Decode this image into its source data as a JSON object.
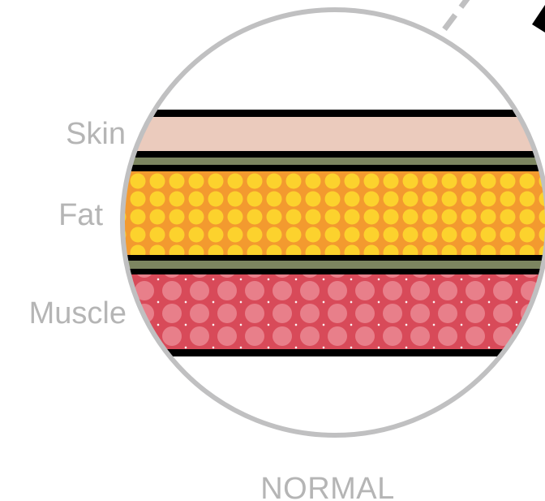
{
  "labels": {
    "skin": "Skin",
    "fat": "Fat",
    "muscle": "Muscle"
  },
  "caption": "NORMAL",
  "colors": {
    "circle_border": "#c0c0c1",
    "label_text": "#b5b5b5",
    "skin": "#ebcbbd",
    "fat_background": "#f39a2f",
    "fat_dots": "#fcd22d",
    "fascia": "#7c8560",
    "muscle_background": "#d84a59",
    "muscle_dots": "#e87f8a",
    "muscle_sparkle": "#ffffff",
    "border_line": "#000000"
  }
}
